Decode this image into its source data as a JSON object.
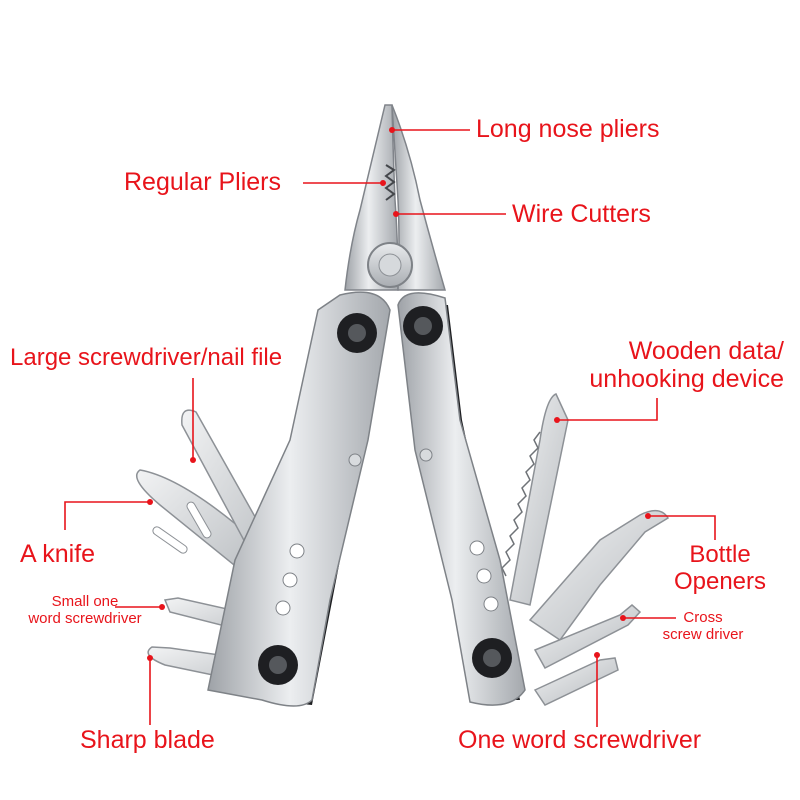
{
  "colors": {
    "label": "#e8141b",
    "steel": "#c9ccd0",
    "steel_dark": "#8d9196",
    "handle_black": "#1e1f22"
  },
  "labels": {
    "long_nose_pliers": "Long nose pliers",
    "regular_pliers": "Regular Pliers",
    "wire_cutters": "Wire Cutters",
    "large_screwdriver": "Large screwdriver/nail file",
    "wooden_data_line1": "Wooden data/",
    "wooden_data_line2": "unhooking device",
    "knife": "A knife",
    "bottle_openers_line1": "Bottle",
    "bottle_openers_line2": "Openers",
    "small_screwdriver_line1": "Small one",
    "small_screwdriver_line2": "word screwdriver",
    "cross_screwdriver_line1": "Cross",
    "cross_screwdriver_line2": "screw driver",
    "sharp_blade": "Sharp blade",
    "one_word_screwdriver": "One word screwdriver"
  }
}
